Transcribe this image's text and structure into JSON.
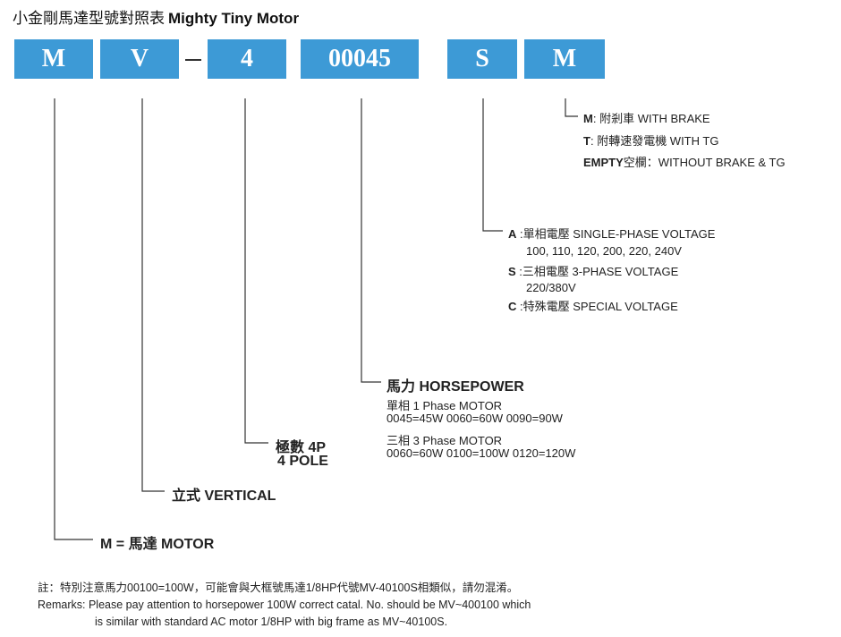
{
  "title": {
    "zh": "小金剛馬達型號對照表",
    "en": "Mighty Tiny Motor"
  },
  "code_boxes": [
    "M",
    "V",
    "4",
    "00045",
    "S",
    "M"
  ],
  "brake": {
    "items": [
      {
        "key": "M",
        "sep": ": ",
        "text": "附剎車 WITH BRAKE"
      },
      {
        "key": "T",
        "sep": ":  ",
        "text": "附轉速發電機 WITH TG"
      },
      {
        "key": "EMPTY",
        "sep": "",
        "text": "空欄：WITHOUT BRAKE & TG"
      }
    ]
  },
  "voltage": {
    "items": [
      {
        "key": "A",
        "text": ":單相電壓 SINGLE-PHASE VOLTAGE",
        "sub": "100, 110, 120, 200, 220, 240V"
      },
      {
        "key": "S",
        "text": ":三相電壓 3-PHASE VOLTAGE",
        "sub": "220/380V"
      },
      {
        "key": "C",
        "text": ":特殊電壓   SPECIAL VOLTAGE"
      }
    ]
  },
  "horsepower": {
    "title": "馬力 HORSEPOWER",
    "single_label": "單相 1 Phase MOTOR",
    "single_values": "0045=45W     0060=60W      0090=90W",
    "three_label": "三相 3 Phase MOTOR",
    "three_values": "0060=60W    0100=100W   0120=120W"
  },
  "poles": {
    "line1": "極數 4P",
    "line2": "4 POLE"
  },
  "vertical": {
    "label": "立式 VERTICAL"
  },
  "motor": {
    "label": "M = 馬達 MOTOR"
  },
  "notes": {
    "zh": "註：特別注意馬力00100=100W，可能會與大框號馬達1/8HP代號MV-40100S相類似，請勿混淆。",
    "en1": "Remarks: Please pay attention to horsepower 100W correct catal. No. should be MV~400100 which",
    "en2": "is similar with standard AC motor 1/8HP with big frame as MV~40100S."
  },
  "colors": {
    "box": "#3d9ad6",
    "line": "#333333"
  }
}
